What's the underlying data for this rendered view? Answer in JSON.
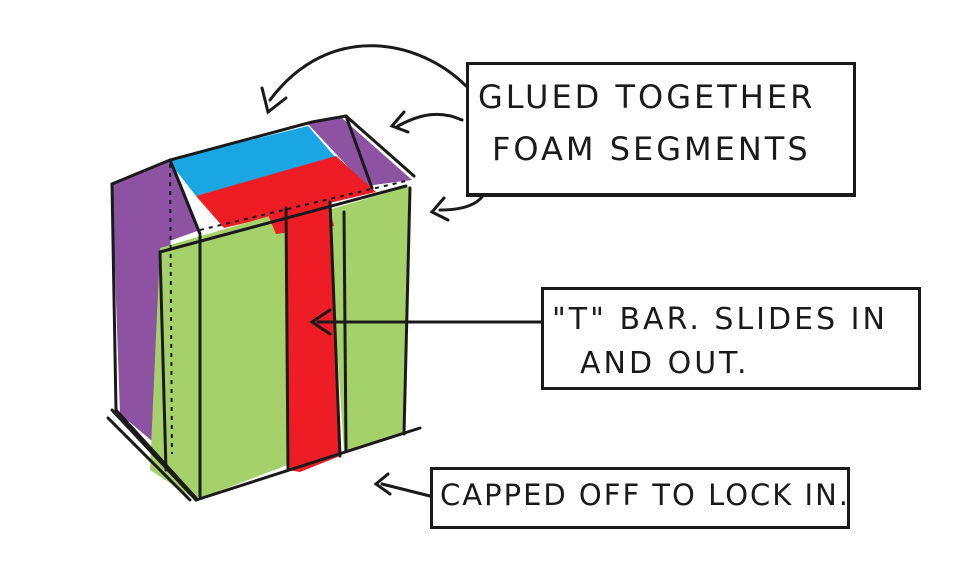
{
  "labels": {
    "glued_line1": "GLUED TOGETHER",
    "glued_line2": "FOAM SEGMENTS",
    "tbar_line1": "\"T\" BAR. SLIDES IN",
    "tbar_line2": "AND OUT.",
    "capped": "CAPPED OFF TO LOCK IN."
  },
  "colors": {
    "purple": "#8e52a3",
    "blue": "#1aa6e3",
    "red": "#ee1d25",
    "green": "#a5d16a",
    "ink": "#1a1a1a"
  }
}
